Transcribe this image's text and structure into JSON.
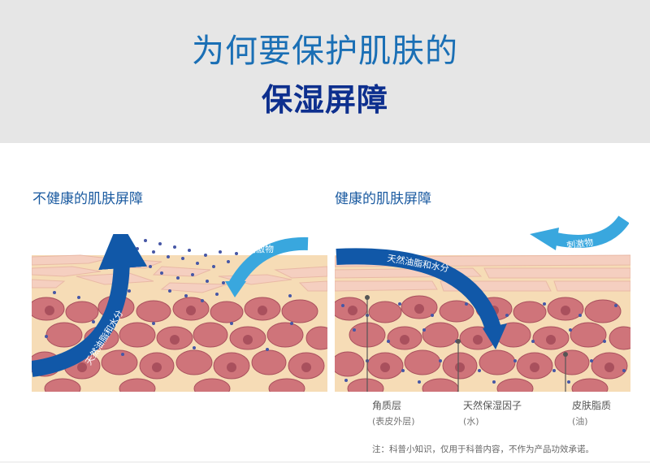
{
  "header": {
    "title_line1": "为何要保护肌肤的",
    "title_line2": "保湿屏障"
  },
  "left_panel": {
    "title": "不健康的肌肤屏障",
    "arrow_irritant": "刺激物",
    "arrow_loss": "天然油脂和水分"
  },
  "right_panel": {
    "title": "健康的肌肤屏障",
    "arrow_irritant": "刺激物",
    "arrow_barrier": "天然油脂和水分",
    "labels": [
      {
        "name": "角质层",
        "sub": "(表皮外层)"
      },
      {
        "name": "天然保湿因子",
        "sub": "(水)"
      },
      {
        "name": "皮肤脂质",
        "sub": "(油)"
      }
    ]
  },
  "footnote": "注：科普小知识，仅用于科普内容，不作为产品功效承诺。",
  "colors": {
    "header_bg": "#e6e6e6",
    "title_light_blue": "#1a6fb5",
    "title_dark_blue": "#0d2f8e",
    "skin_matrix": "#f6dcb6",
    "cell_pink": "#cf747a",
    "cell_dark": "#a9505d",
    "stratum": "#f5cfc0",
    "arrow_dark": "#1158a8",
    "arrow_light": "#39a7de",
    "dots": "#4657a6"
  }
}
